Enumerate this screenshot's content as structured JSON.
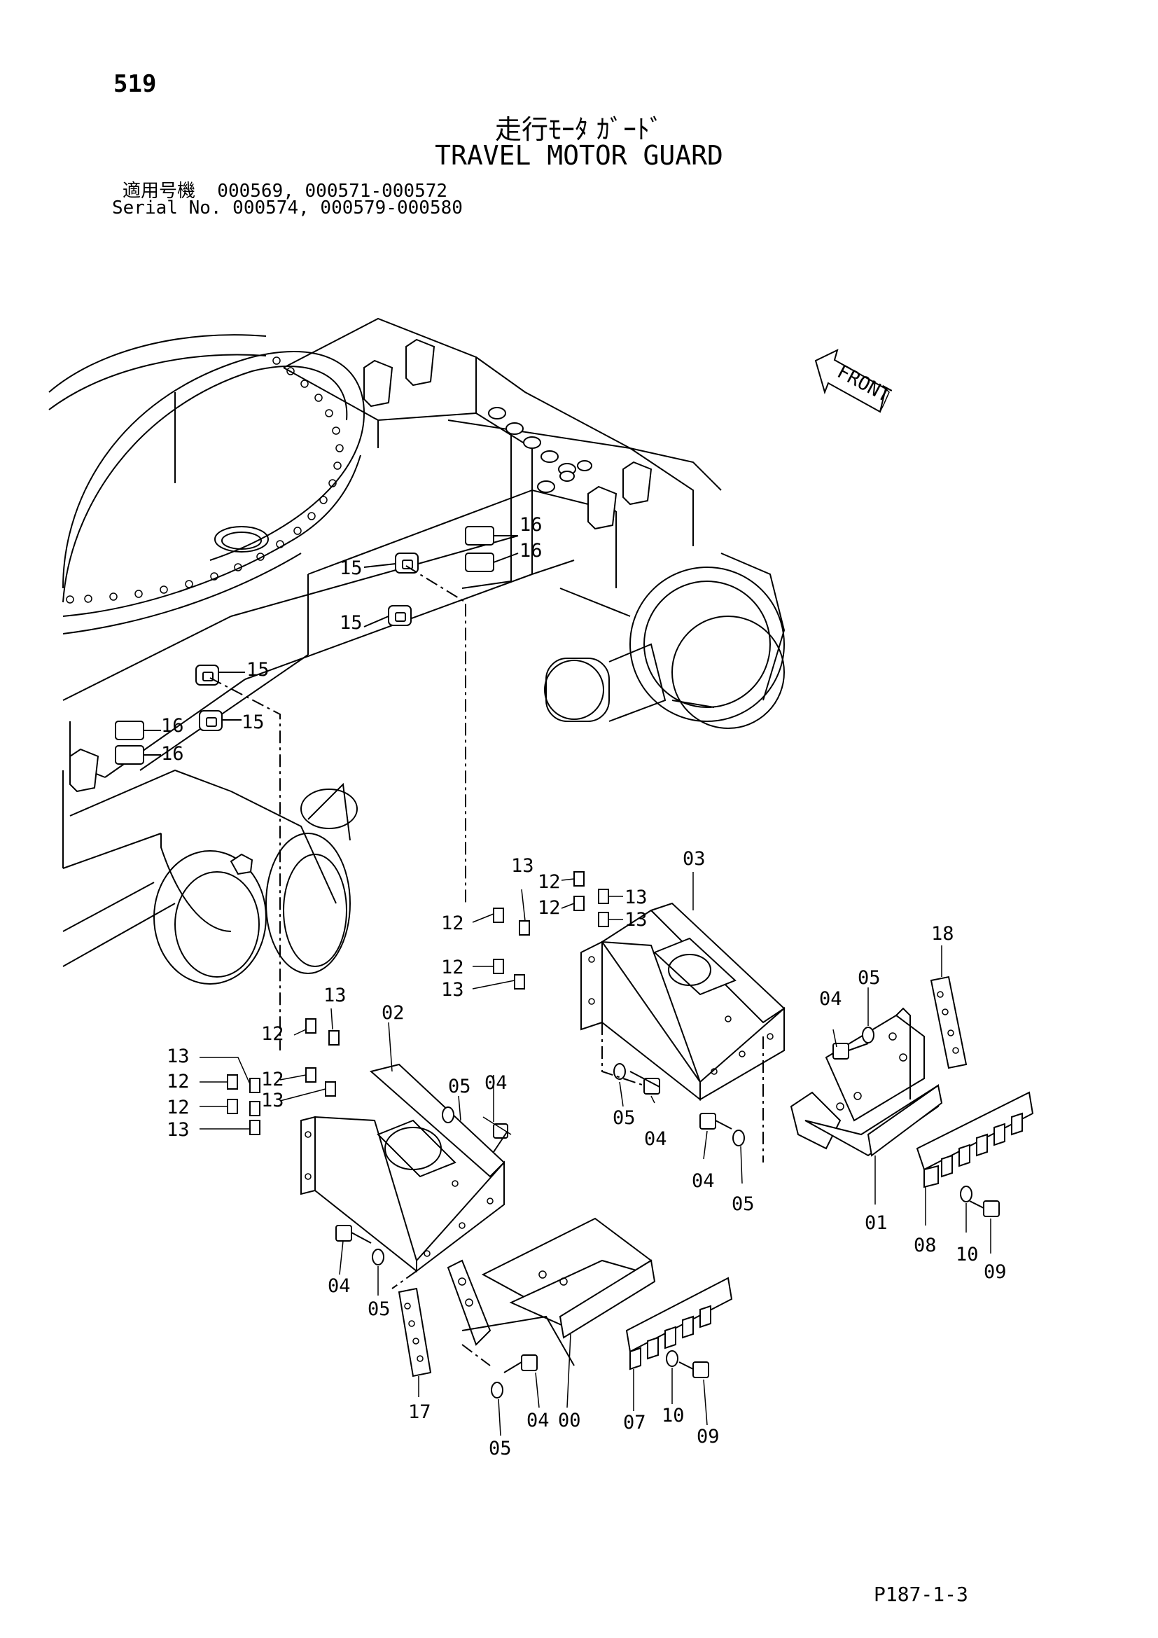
{
  "header": {
    "page_number": "519",
    "title_jp": "走行ﾓｰﾀ ｶﾞｰﾄﾞ",
    "title_en": "TRAVEL MOTOR GUARD",
    "serial_line1": "適用号機  000569, 000571-000572",
    "serial_line2": "Serial No. 000574, 000579-000580"
  },
  "front_arrow": {
    "label": "FRONT"
  },
  "callouts": {
    "c15a": "15",
    "c15b": "15",
    "c15c": "15",
    "c15d": "15",
    "c16a": "16",
    "c16b": "16",
    "c16c": "16",
    "c16d": "16",
    "c03": "03",
    "c13a": "13",
    "c12a": "12",
    "c13b": "13",
    "c12b": "12",
    "c13c": "13",
    "c12c": "12",
    "c12d": "12",
    "c13d": "13",
    "c18": "18",
    "c04a": "04",
    "c05a": "05",
    "c05b": "05",
    "c04b": "04",
    "c04c": "04",
    "c05c": "05",
    "c01": "01",
    "c08": "08",
    "c10a": "10",
    "c09a": "09",
    "c13e": "13",
    "c12e": "12",
    "c02": "02",
    "c13f": "13",
    "c12f": "12",
    "c12g": "12",
    "c13g": "13",
    "c12h": "12",
    "c13h": "13",
    "c05d": "05",
    "c04d": "04",
    "c04e": "04",
    "c05e": "05",
    "c17": "17",
    "c05f": "05",
    "c04f": "04",
    "c00": "00",
    "c07": "07",
    "c10b": "10",
    "c09b": "09"
  },
  "footer": {
    "code": "P187-1-3"
  }
}
